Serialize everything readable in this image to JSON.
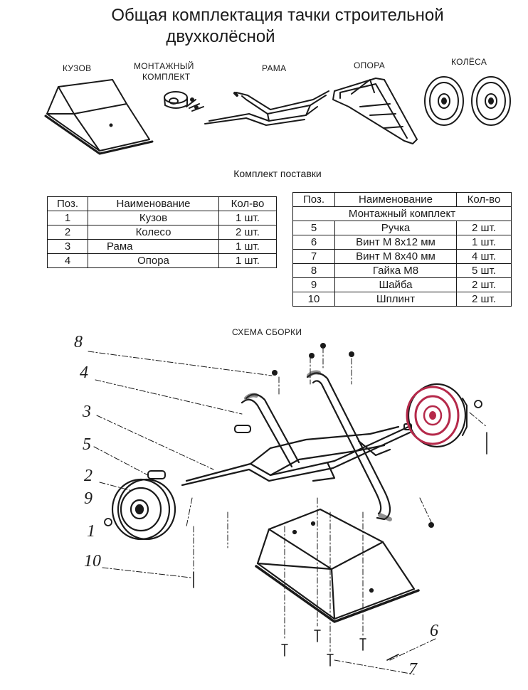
{
  "header": {
    "title_line1": "Общая комплектация тачки строительной",
    "title_line2": "двухколёсной"
  },
  "parts": {
    "body": "КУЗОВ",
    "mount_kit_line1": "МОНТАЖНЫЙ",
    "mount_kit_line2": "КОМПЛЕКТ",
    "frame": "РАМА",
    "support": "ОПОРА",
    "wheels": "КОЛЁСА"
  },
  "supply": {
    "title": "Комплект поставки",
    "headers": {
      "pos": "Поз.",
      "name": "Наименование",
      "qty": "Кол-во"
    },
    "left_rows": [
      {
        "pos": "1",
        "name": "Кузов",
        "qty": "1 шт."
      },
      {
        "pos": "2",
        "name": "Колесо",
        "qty": "2 шт."
      },
      {
        "pos": "3",
        "name": "Рама",
        "qty": "1 шт."
      },
      {
        "pos": "4",
        "name": "Опора",
        "qty": "1 шт."
      }
    ],
    "right_group": "Монтажный комплект",
    "right_rows": [
      {
        "pos": "5",
        "name": "Ручка",
        "qty": "2 шт."
      },
      {
        "pos": "6",
        "name": "Винт М 8х12 мм",
        "qty": "1 шт."
      },
      {
        "pos": "7",
        "name": "Винт М 8х40 мм",
        "qty": "4 шт."
      },
      {
        "pos": "8",
        "name": "Гайка М8",
        "qty": "5 шт."
      },
      {
        "pos": "9",
        "name": "Шайба",
        "qty": "2 шт."
      },
      {
        "pos": "10",
        "name": "Шплинт",
        "qty": "2 шт."
      }
    ]
  },
  "assembly": {
    "title": "СХЕМА СБОРКИ",
    "callouts": {
      "c8": "8",
      "c4": "4",
      "c3": "3",
      "c5": "5",
      "c2": "2",
      "c9": "9",
      "c1": "1",
      "c10": "10",
      "c6": "6",
      "c7": "7"
    },
    "accent_color": "#b5294a"
  }
}
